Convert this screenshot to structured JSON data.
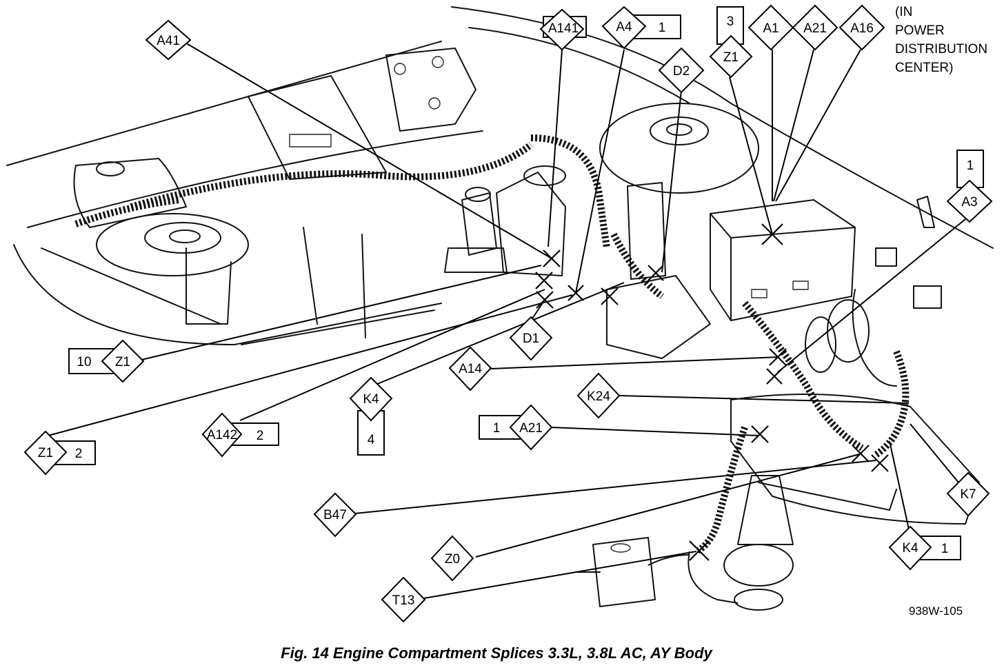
{
  "figure": {
    "caption": "Fig. 14 Engine Compartment Splices 3.3L, 3.8L AC, AY Body",
    "figure_number": "938W-105",
    "note_lines": [
      "(IN",
      "POWER",
      "DISTRIBUTION",
      "CENTER)"
    ]
  },
  "callouts": {
    "a41": "A41",
    "a141": "A141",
    "a4": "A4",
    "a4_num": "1",
    "z1_top": "Z1",
    "z1_top_num": "3",
    "a1": "A1",
    "a21_top": "A21",
    "a16": "A16",
    "d2": "D2",
    "a3": "A3",
    "a3_num": "1",
    "z1_left": "Z1",
    "z1_left_num": "10",
    "d1": "D1",
    "a14": "A14",
    "k24": "K24",
    "k4_mid": "K4",
    "k4_mid_num": "4",
    "a142": "A142",
    "a142_num": "2",
    "a21_mid": "A21",
    "a21_mid_num": "1",
    "z1_bottom": "Z1",
    "z1_bottom_num": "2",
    "k7": "K7",
    "b47": "B47",
    "k4_right": "K4",
    "k4_right_num": "1",
    "z0": "Z0",
    "t13": "T13"
  }
}
